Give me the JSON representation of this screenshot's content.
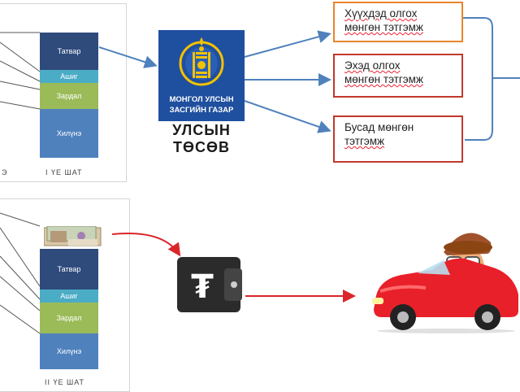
{
  "top_panel": {
    "segments": [
      {
        "label": "Татвар",
        "color": "#2f4b7c"
      },
      {
        "label": "Ашиг",
        "color": "#4bacc6"
      },
      {
        "label": "Зардал",
        "color": "#9bbb59"
      },
      {
        "label": "Хилүнэ",
        "color": "#4f81bd"
      }
    ],
    "stage_label": "I ҮЕ ШАТ",
    "left_stage_fragment": "Э"
  },
  "bottom_panel": {
    "segments": [
      {
        "label": "Татвар",
        "color": "#2f4b7c"
      },
      {
        "label": "Ашиг",
        "color": "#4bacc6"
      },
      {
        "label": "Зардал",
        "color": "#9bbb59"
      },
      {
        "label": "Хилүнэ",
        "color": "#4f81bd"
      }
    ],
    "stage_label": "II ҮЕ ШАТ"
  },
  "government": {
    "line1": "МОНГОЛ УЛСЫН",
    "line2": "ЗАСГИЙН ГАЗАР",
    "budget_line1": "УЛСЫН",
    "budget_line2": "ТӨСӨВ",
    "color": "#1f4f9f"
  },
  "benefits": [
    {
      "line1": "Хүүхдэд олгох",
      "line2": "мөнгөн тэтгэмж",
      "border": "#e8852a"
    },
    {
      "line1": "Эхэд олгох",
      "line2": "мөнгөн тэтгэмж",
      "border": "#c0392b"
    },
    {
      "line1": "Бусад мөнгөн",
      "line2": "тэтгэмж",
      "border": "#c0392b"
    }
  ],
  "wallet": {
    "symbol": "₮"
  },
  "arrows": {
    "blue": "#4f81bd",
    "red": "#d9262a"
  },
  "icons": [
    "soyombo-emblem-icon",
    "wallet-tugrik-icon",
    "banknotes-icon",
    "red-car-icon",
    "driver-icon"
  ]
}
